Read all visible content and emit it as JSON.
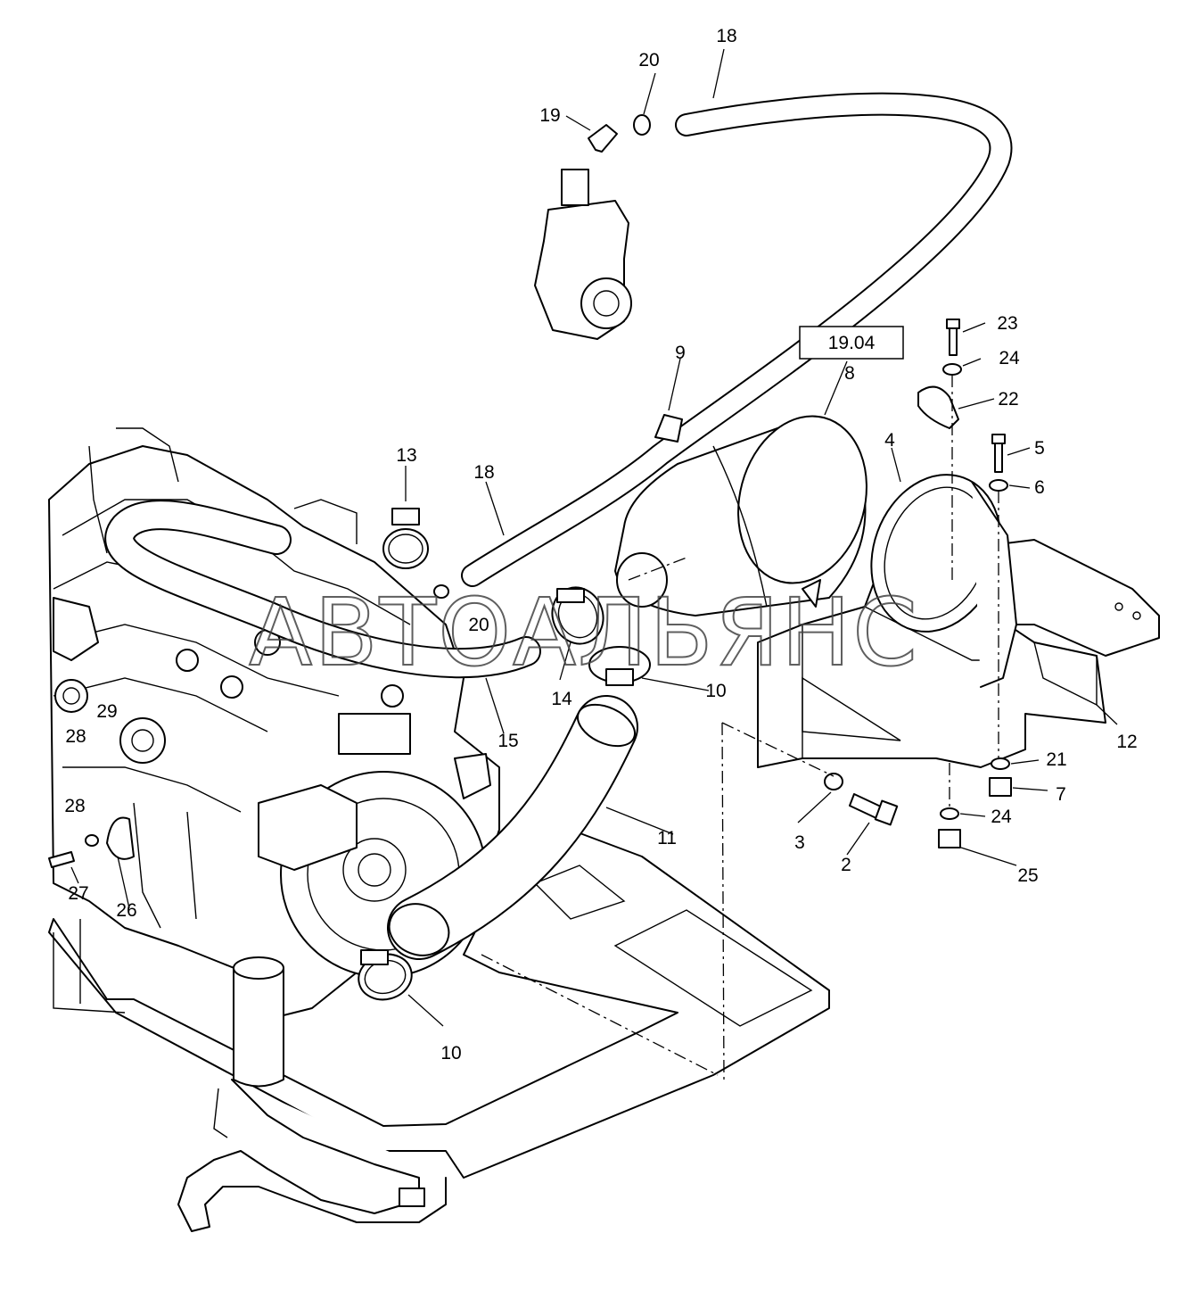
{
  "watermark": "АВТОАЛЬЯНС",
  "reference_box": "19.04",
  "callouts": [
    {
      "id": "c1",
      "text": "18"
    },
    {
      "id": "c2",
      "text": "20"
    },
    {
      "id": "c3",
      "text": "19"
    },
    {
      "id": "c4",
      "text": "23"
    },
    {
      "id": "c5",
      "text": "24"
    },
    {
      "id": "c6",
      "text": "8"
    },
    {
      "id": "c7",
      "text": "9"
    },
    {
      "id": "c8",
      "text": "22"
    },
    {
      "id": "c9",
      "text": "13"
    },
    {
      "id": "c10",
      "text": "4"
    },
    {
      "id": "c11",
      "text": "5"
    },
    {
      "id": "c12",
      "text": "18"
    },
    {
      "id": "c13",
      "text": "6"
    },
    {
      "id": "c14",
      "text": "20"
    },
    {
      "id": "c15",
      "text": "14"
    },
    {
      "id": "c16",
      "text": "10"
    },
    {
      "id": "c17",
      "text": "29"
    },
    {
      "id": "c18",
      "text": "15"
    },
    {
      "id": "c19",
      "text": "12"
    },
    {
      "id": "c20",
      "text": "28"
    },
    {
      "id": "c21",
      "text": "21"
    },
    {
      "id": "c22",
      "text": "7"
    },
    {
      "id": "c23",
      "text": "28"
    },
    {
      "id": "c24",
      "text": "11"
    },
    {
      "id": "c25",
      "text": "24"
    },
    {
      "id": "c26",
      "text": "3"
    },
    {
      "id": "c27",
      "text": "2"
    },
    {
      "id": "c28",
      "text": "25"
    },
    {
      "id": "c29",
      "text": "27"
    },
    {
      "id": "c30",
      "text": "26"
    },
    {
      "id": "c31",
      "text": "10"
    }
  ]
}
